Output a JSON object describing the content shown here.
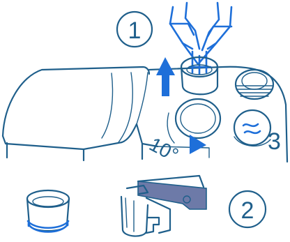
{
  "steps": [
    {
      "label": "1"
    },
    {
      "label": "2"
    },
    {
      "label": "3"
    }
  ],
  "rotation_label": "10°",
  "colors": {
    "outline": "#1f5f8b",
    "accent_blue": "#1e6fd9",
    "tool_steel": "#6d7aa8"
  }
}
